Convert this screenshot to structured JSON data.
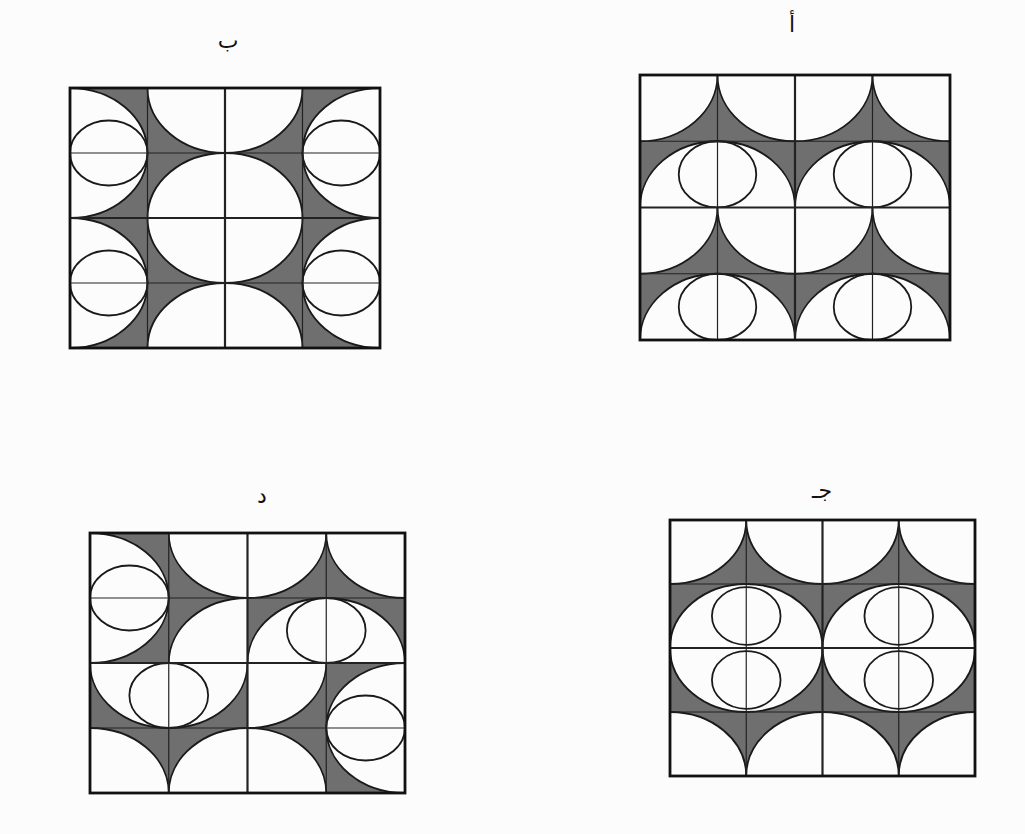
{
  "diagram": {
    "labels": [
      "أ",
      "ب",
      "جـ",
      "د"
    ]
  }
}
